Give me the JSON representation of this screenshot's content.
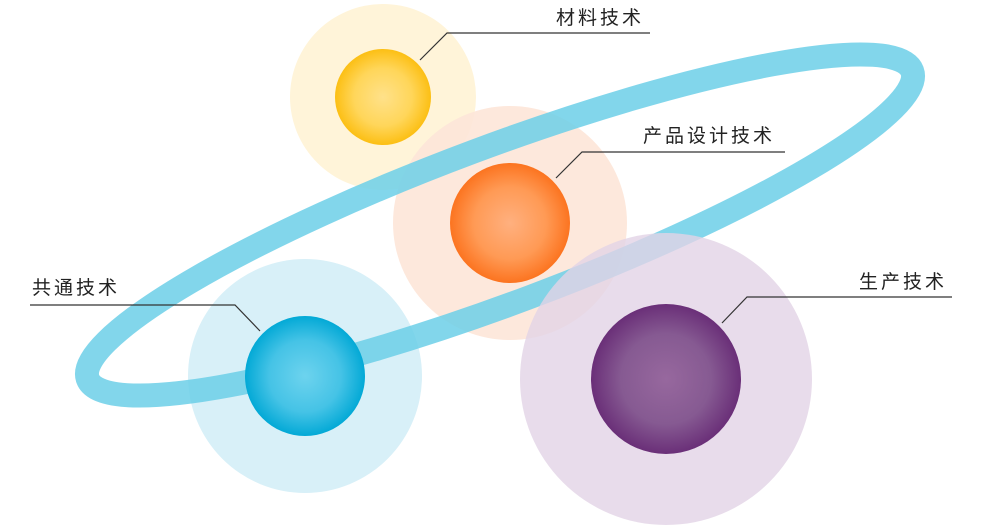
{
  "nodes": [
    {
      "id": "materials",
      "label": "材料技术",
      "color": "#fcc21e"
    },
    {
      "id": "product-design",
      "label": "产品设计技术",
      "color": "#fd7b26"
    },
    {
      "id": "common",
      "label": "共通技术",
      "color": "#0aaed8"
    },
    {
      "id": "production",
      "label": "生产技术",
      "color": "#6c3079"
    }
  ],
  "ring_color": "#6ccfe8"
}
